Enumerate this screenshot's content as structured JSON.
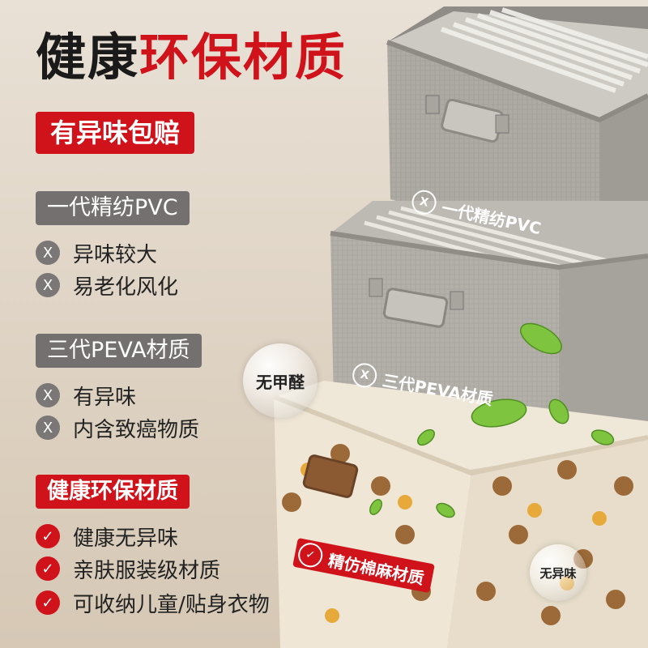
{
  "headline": {
    "part1": "健康",
    "part2": "环保材质"
  },
  "banner": "有异味包赔",
  "sections": [
    {
      "label": "一代精纺PVC",
      "items": [
        "异味较大",
        "易老化风化"
      ]
    },
    {
      "label": "三代PEVA材质",
      "items": [
        "有异味",
        "内含致癌物质"
      ]
    },
    {
      "label": "健康环保材质",
      "items": [
        "健康无异味",
        "亲肤服装级材质",
        "可收纳儿童/贴身衣物"
      ]
    }
  ],
  "marks": {
    "cross": "X",
    "check": "✓"
  },
  "box_labels": {
    "box1": "一代精纺PVC",
    "box2": "三代PEVA材质",
    "box3": "精仿棉麻材质"
  },
  "bubbles": {
    "large": "无甲醛",
    "small": "无异味"
  },
  "colors": {
    "accent_red": "#d0121b",
    "label_grey": "#757070",
    "background": "#e4dbcf"
  }
}
